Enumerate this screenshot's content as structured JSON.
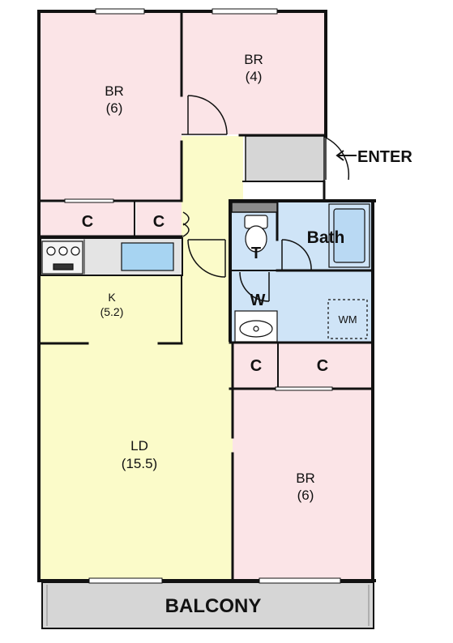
{
  "rooms": {
    "br_nw": {
      "name": "BR",
      "size": "(6)"
    },
    "br_n": {
      "name": "BR",
      "size": "(4)"
    },
    "br_se": {
      "name": "BR",
      "size": "(6)"
    },
    "kitchen": {
      "name": "K",
      "size": "(5.2)"
    },
    "ld": {
      "name": "LD",
      "size": "(15.5)"
    },
    "bath": {
      "name": "Bath"
    },
    "toilet": {
      "name": "T"
    },
    "washroom": {
      "name": "W"
    },
    "washing_machine": {
      "name": "WM"
    },
    "closets": [
      "C",
      "C",
      "C",
      "C"
    ],
    "balcony": {
      "name": "BALCONY"
    }
  },
  "entrance": {
    "label": "ENTER"
  },
  "colors": {
    "bedroom": "#fbe4e7",
    "living": "#fbfbc9",
    "wet_area": "#cfe4f7",
    "entrance_floor": "#d6d6d6",
    "wall": "#111111"
  }
}
